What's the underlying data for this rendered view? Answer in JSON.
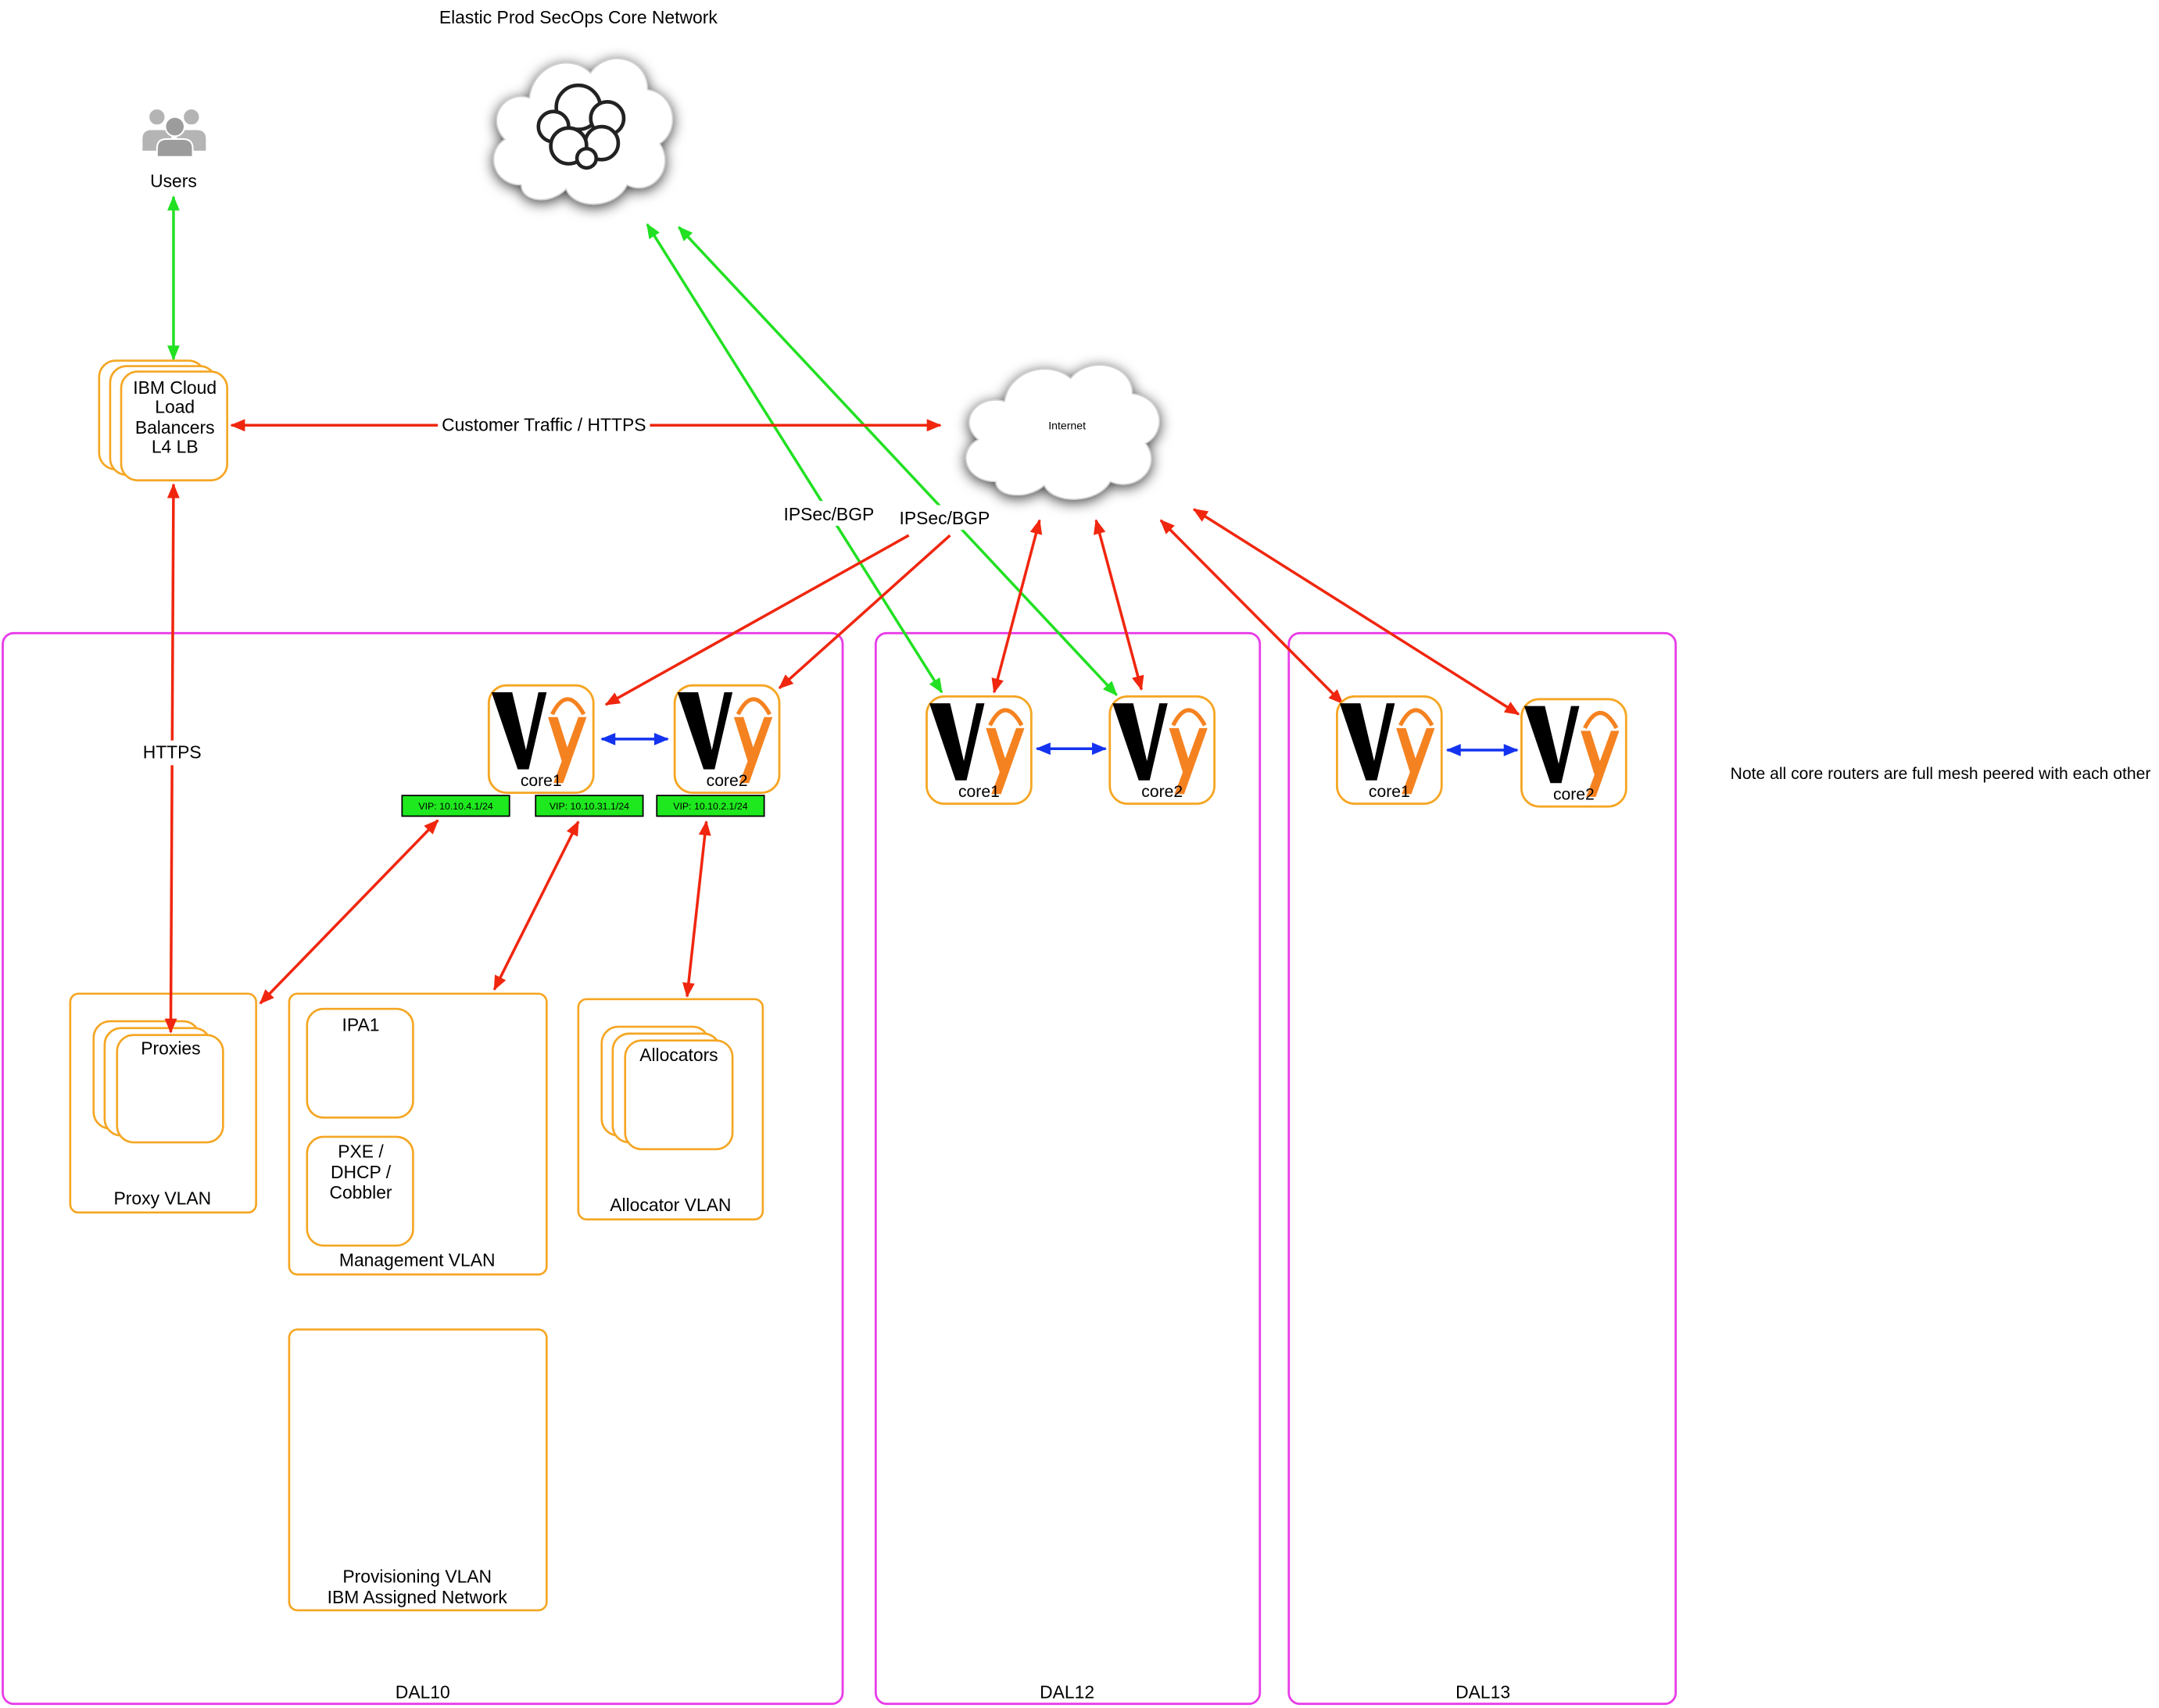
{
  "title": "Elastic Prod SecOps Core Network",
  "core_network": {
    "icon": "elastic-logo-icon"
  },
  "users": {
    "label": "Users",
    "icon": "users-icon"
  },
  "load_balancer": {
    "lines": [
      "IBM Cloud",
      "Load",
      "Balancers",
      "L4 LB"
    ]
  },
  "internet": {
    "label": "Internet",
    "icon": "cloud-icon"
  },
  "links": {
    "customer_traffic": "Customer Traffic / HTTPS",
    "https": "HTTPS",
    "ipsec_bgp": [
      "IPSec/BGP",
      "IPSec/BGP"
    ]
  },
  "router_logo": "Vy",
  "datacenters": [
    {
      "name": "DAL10",
      "routers": [
        {
          "label": "core1"
        },
        {
          "label": "core2"
        }
      ],
      "vips": [
        "VIP: 10.10.4.1/24",
        "VIP: 10.10.31.1/24",
        "VIP: 10.10.2.1/24"
      ],
      "vlans": {
        "proxy": {
          "label": "Proxy VLAN",
          "node": "Proxies"
        },
        "management": {
          "label": "Management VLAN",
          "nodes": [
            {
              "lines": [
                "IPA1"
              ]
            },
            {
              "lines": [
                "PXE /",
                "DHCP /",
                "Cobbler"
              ]
            }
          ]
        },
        "allocator": {
          "label": "Allocator VLAN",
          "node": "Allocators"
        },
        "provisioning": {
          "lines": [
            "Provisioning VLAN",
            "IBM Assigned Network"
          ]
        }
      }
    },
    {
      "name": "DAL12",
      "routers": [
        {
          "label": "core1"
        },
        {
          "label": "core2"
        }
      ]
    },
    {
      "name": "DAL13",
      "routers": [
        {
          "label": "core1"
        },
        {
          "label": "core2"
        }
      ]
    }
  ],
  "note": "Note all core routers are full mesh peered with each other",
  "colors": {
    "traffic_link": "#f0260e",
    "ipsec_link": "#22e022",
    "peer_link": "#1433f0",
    "datacenter_border": "#e83de8",
    "vlan_border": "#f5a623",
    "vip_fill": "#1ee81e",
    "vy_orange": "#f58220"
  }
}
